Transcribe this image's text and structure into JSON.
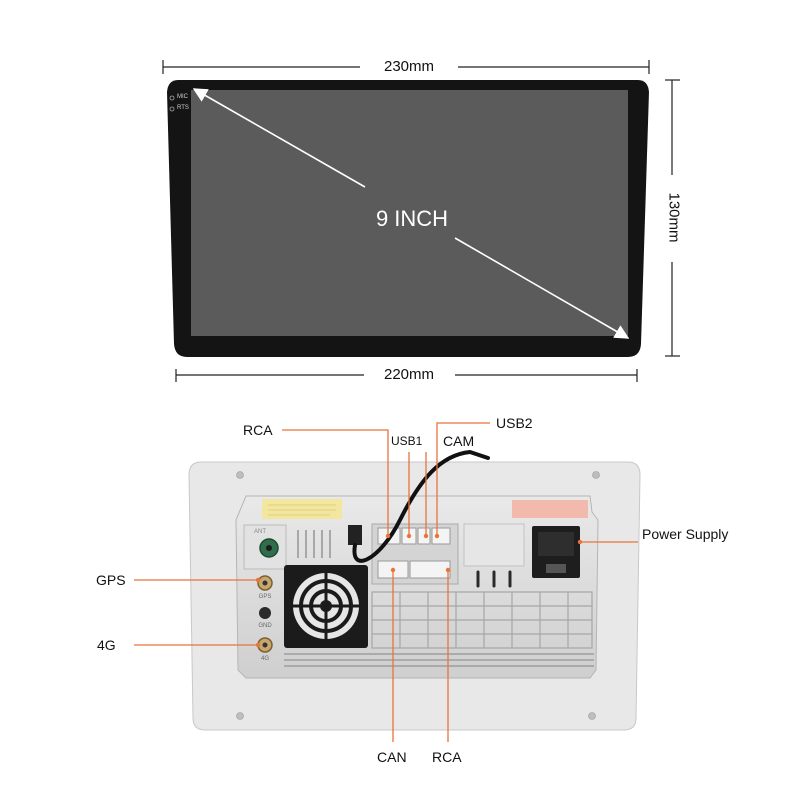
{
  "dimensions": {
    "top_width": "230mm",
    "bottom_width": "220mm",
    "height": "130mm"
  },
  "screen": {
    "size_label": "9 INCH",
    "indicators": [
      "MIC",
      "RTS"
    ]
  },
  "ports": {
    "rca_top": "RCA",
    "usb1": "USB1",
    "cam": "CAM",
    "usb2": "USB2",
    "power_supply": "Power Supply",
    "gps": "GPS",
    "four_g": "4G",
    "can": "CAN",
    "rca_bottom": "RCA"
  },
  "back_panel_markings": {
    "ant": "ANT",
    "gps_port": "GPS",
    "four_g_port": "4G",
    "ground": "GND"
  },
  "colors": {
    "accent": "#e8743b",
    "screen": "#5b5b5b",
    "bezel": "#141414",
    "chassis": "#dcdcdc"
  }
}
